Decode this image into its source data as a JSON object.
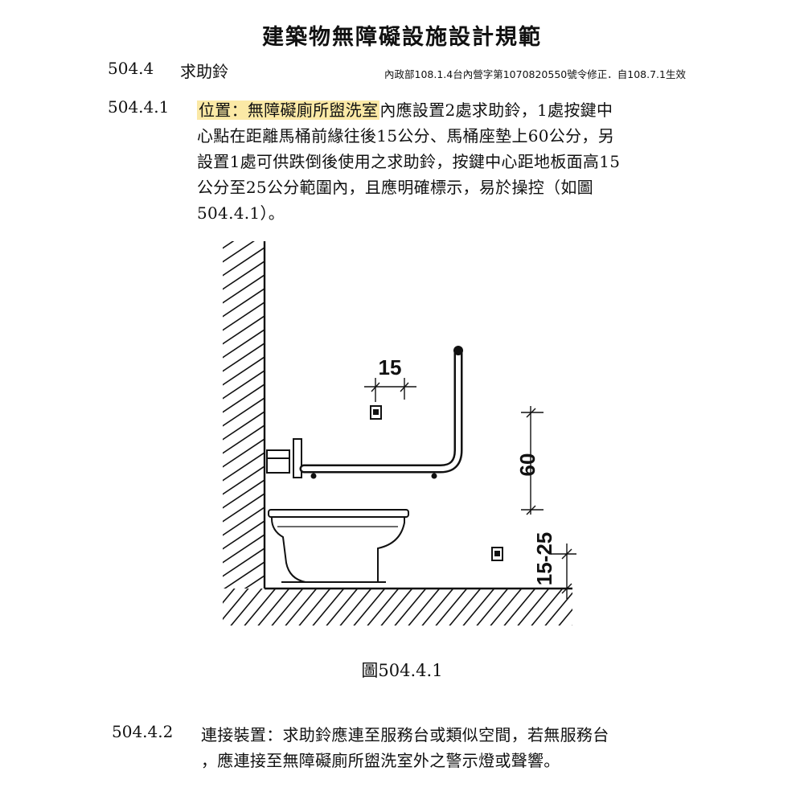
{
  "header": {
    "title": "建築物無障礙設施設計規範",
    "section_number": "504.4",
    "section_name": "求助鈴",
    "decree": "內政部108.1.4台內營字第1070820550號令修正．自108.7.1生效"
  },
  "paragraph1": {
    "number": "504.4.1",
    "highlight": "位置：無障礙廁所盥洗室",
    "line1_rest": "內應設置2處求助鈴，1處按鍵中",
    "line2": "心點在距離馬桶前緣往後15公分、馬桶座墊上60公分，另",
    "line3": "設置1處可供跌倒後使用之求助鈴，按鍵中心距地板面高15",
    "line4": "公分至25公分範圍內，且應明確標示，易於操控（如圖",
    "line5": "504.4.1）。"
  },
  "figure": {
    "dim_horizontal": "15",
    "dim_vertical_upper": "60",
    "dim_vertical_lower": "15-25",
    "caption": "圖504.4.1"
  },
  "paragraph2": {
    "number": "504.4.2",
    "line1": "連接裝置：求助鈴應連至服務台或類似空間，若無服務台",
    "line2": "，應連接至無障礙廁所盥洗室外之警示燈或聲響。"
  }
}
